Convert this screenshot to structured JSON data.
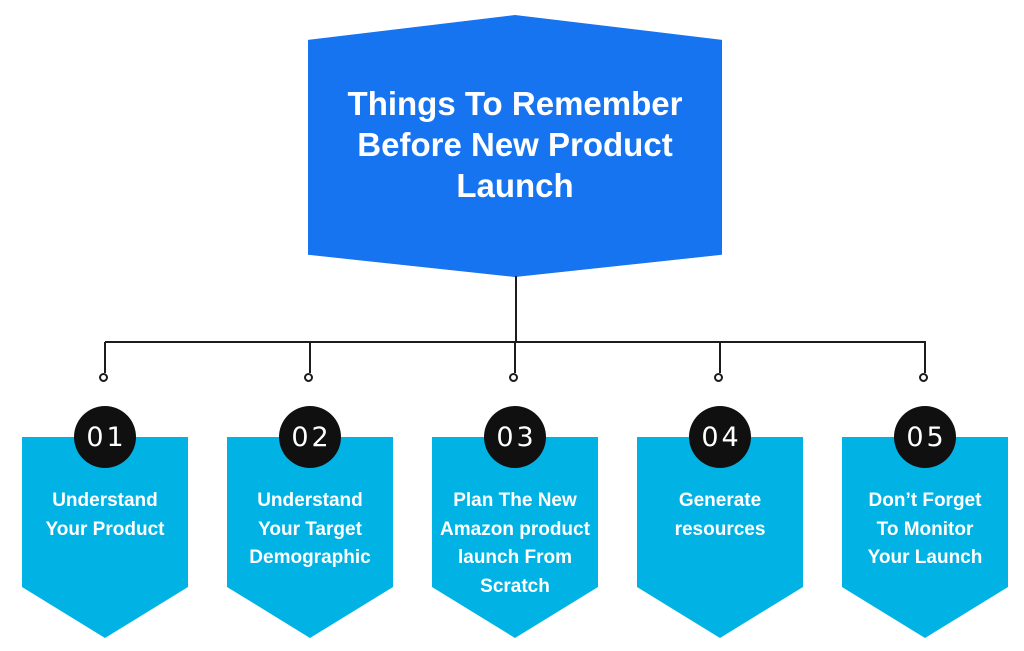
{
  "title": {
    "full": "Things To Remember Before New Product Launch",
    "lines": [
      "Things To Remember",
      "Before New Product",
      "Launch"
    ]
  },
  "items": [
    {
      "number": "01",
      "label": "Understand Your Product",
      "lines": [
        "Understand",
        "Your Product"
      ]
    },
    {
      "number": "02",
      "label": "Understand Your Target Demographic",
      "lines": [
        "Understand",
        "Your Target",
        "Demographic"
      ]
    },
    {
      "number": "03",
      "label": "Plan The New Amazon product launch From Scratch",
      "lines": [
        "Plan The New",
        "Amazon product",
        "launch From",
        "Scratch"
      ]
    },
    {
      "number": "04",
      "label": "Generate resources",
      "lines": [
        "Generate",
        "resources"
      ]
    },
    {
      "number": "05",
      "label": "Don’t Forget To Monitor Your Launch",
      "lines": [
        "Don’t Forget",
        "To Monitor",
        "Your Launch"
      ]
    }
  ],
  "colors": {
    "header_blue": "#1674f1",
    "banner_cyan": "#00b3e4",
    "circle_black": "#101010",
    "line_black": "#1c1c1c",
    "text_white": "#ffffff"
  }
}
